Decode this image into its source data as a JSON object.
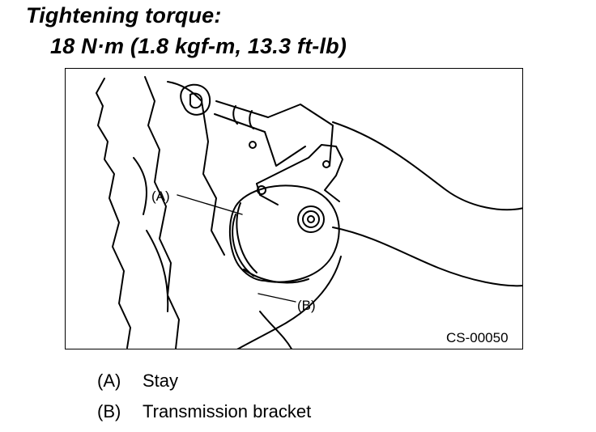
{
  "heading": {
    "label": "Tightening torque:",
    "value": "18 N·m (1.8 kgf-m, 13.3 ft-lb)"
  },
  "figure": {
    "callout_a": "(A)",
    "callout_b": "(B)",
    "figure_code": "CS-00050"
  },
  "legend": [
    {
      "key": "(A)",
      "text": "Stay"
    },
    {
      "key": "(B)",
      "text": "Transmission bracket"
    }
  ]
}
